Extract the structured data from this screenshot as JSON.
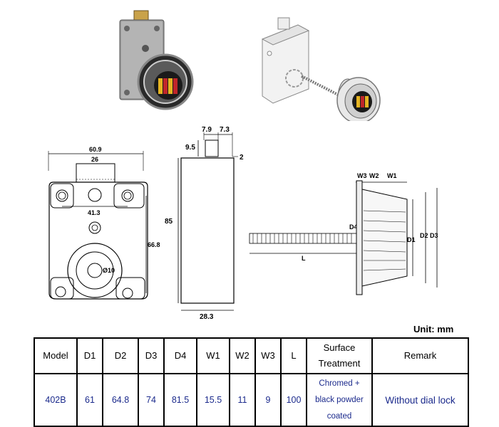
{
  "dimension_labels": {
    "top_w1": "7.9",
    "top_w2": "7.3",
    "spindle_h": "9.5",
    "spindle_gap": "2",
    "width": "60.9",
    "slot": "26",
    "holes": "41.3",
    "hole_v": "66.8",
    "center": "Ø10",
    "height": "85",
    "depth": "28.3",
    "W3": "W3",
    "W2": "W2",
    "W1": "W1",
    "D4": "D4",
    "D1": "D1",
    "D2": "D2",
    "D3": "D3",
    "L": "L"
  },
  "unit_label": "Unit:  mm",
  "table": {
    "headers": [
      "Model",
      "D1",
      "D2",
      "D3",
      "D4",
      "W1",
      "W2",
      "W3",
      "L",
      "Surface\nTreatment",
      "Remark"
    ],
    "header_surface_line1": "Surface",
    "header_surface_line2": "Treatment",
    "row": {
      "model": "402B",
      "d1": "61",
      "d2": "64.8",
      "d3": "74",
      "d4": "81.5",
      "w1": "15.5",
      "w2": "11",
      "w3": "9",
      "l": "100",
      "surface_line1": "Chromed +",
      "surface_line2": "black powder",
      "surface_line3": "coated",
      "remark": "Without dial lock"
    }
  },
  "colors": {
    "table_text": "#1b2a8c",
    "lock_body": "#9a9a9a",
    "brass": "#c9a24a",
    "dial_red": "#c0262a",
    "dial_yellow": "#e6b422"
  }
}
